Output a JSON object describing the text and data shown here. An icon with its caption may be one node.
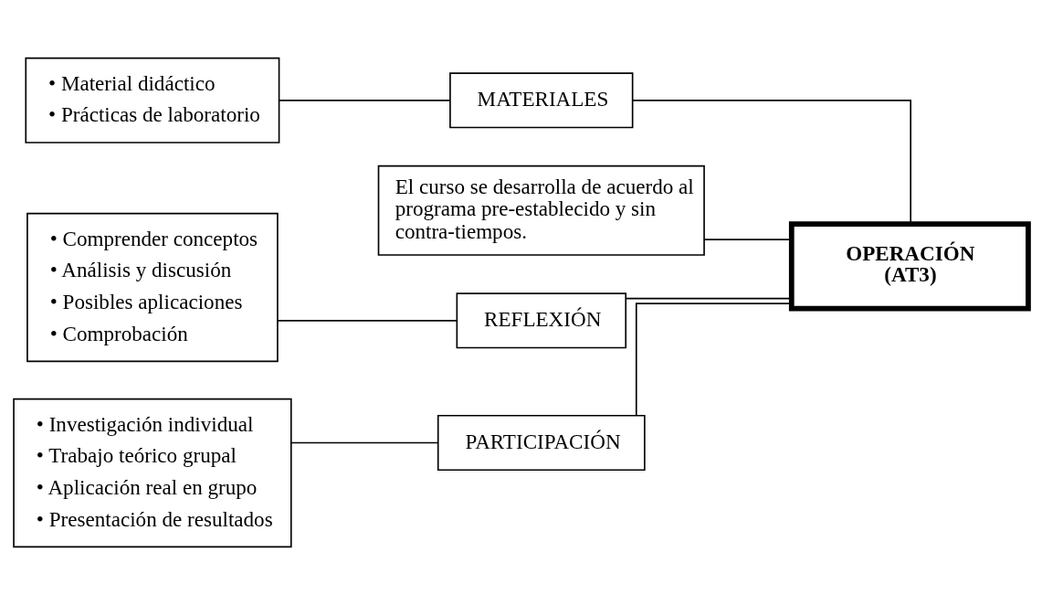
{
  "diagram": {
    "nodes": [
      {
        "text": [
          "• Material didáctico",
          "• Prácticas de laboratorio"
        ]
      },
      {
        "text": [
          "MATERIALES"
        ]
      },
      {
        "text": [
          "El curso se desarrolla de acuerdo al programa pre-establecido y sin contra-tiempos."
        ]
      },
      {
        "text": [
          "OPERACIÓN (AT3)"
        ]
      },
      {
        "text": [
          "• Comprender conceptos",
          "• Análisis y discusión",
          "• Posibles aplicaciones",
          "• Comprobación"
        ]
      },
      {
        "text": [
          "REFLEXIÓN"
        ]
      },
      {
        "text": [
          "• Investigación individual",
          "• Trabajo teórico grupal",
          "• Aplicación real en grupo",
          "• Presentación de resultados"
        ]
      },
      {
        "text": [
          "PARTICIPACIÓN"
        ]
      }
    ],
    "edges": [
      {
        "from": 0,
        "to": 1,
        "arrow": "none"
      },
      {
        "from": 1,
        "to": 3,
        "arrow": "none"
      },
      {
        "from": 2,
        "to": 3,
        "arrow": "none"
      },
      {
        "from": 4,
        "to": 5,
        "arrow": "none"
      },
      {
        "from": 5,
        "to": 3,
        "arrow": "none"
      },
      {
        "from": 6,
        "to": 7,
        "arrow": "none"
      },
      {
        "from": 7,
        "to": 3,
        "arrow": "none"
      }
    ]
  }
}
